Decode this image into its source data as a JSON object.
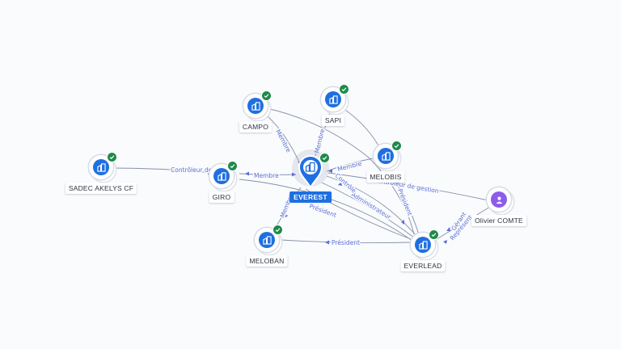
{
  "nodes": {
    "everest": {
      "label": "EVEREST",
      "icon": "building-icon",
      "verified": true,
      "focus": true
    },
    "campo": {
      "label": "CAMPO",
      "icon": "building-icon",
      "verified": true
    },
    "sapi": {
      "label": "SAPI",
      "icon": "building-icon",
      "verified": true
    },
    "melobis": {
      "label": "MELOBIS",
      "icon": "building-icon",
      "verified": true
    },
    "sadec": {
      "label": "SADEC AKELYS CF",
      "icon": "building-icon",
      "verified": true
    },
    "giro": {
      "label": "GIRO",
      "icon": "building-icon",
      "verified": true
    },
    "meloban": {
      "label": "MELOBAN",
      "icon": "building-icon",
      "verified": true
    },
    "everlead": {
      "label": "EVERLEAD",
      "icon": "building-icon",
      "verified": true
    },
    "olivier": {
      "label": "Olivier COMTE",
      "icon": "person-icon",
      "verified": false
    }
  },
  "edges": {
    "campo_everest": "Membre",
    "sapi_everest": "Membre",
    "melobis_everest": "Membre",
    "sadec_giro": "Contrôleur de",
    "giro_everest": "Membre",
    "meloban_everest": "Membre",
    "everest_everlead_president": "Président",
    "everest_everlead_admin": "Administrateur",
    "everest_everlead_controle": "Contrôle",
    "olivier_everlead_gestion": "Contrôleur de gestion",
    "melobis_everlead": "Président",
    "olivier_everlead_gerant": "Gérant",
    "olivier_everlead_rep": "Représent",
    "meloban_everlead": "Président"
  },
  "colors": {
    "company": "#1f6fe0",
    "person": "#8d5ce8",
    "verified": "#1e8a4a",
    "edge_label": "#5b6fd6",
    "edge_line": "#8791a8"
  }
}
